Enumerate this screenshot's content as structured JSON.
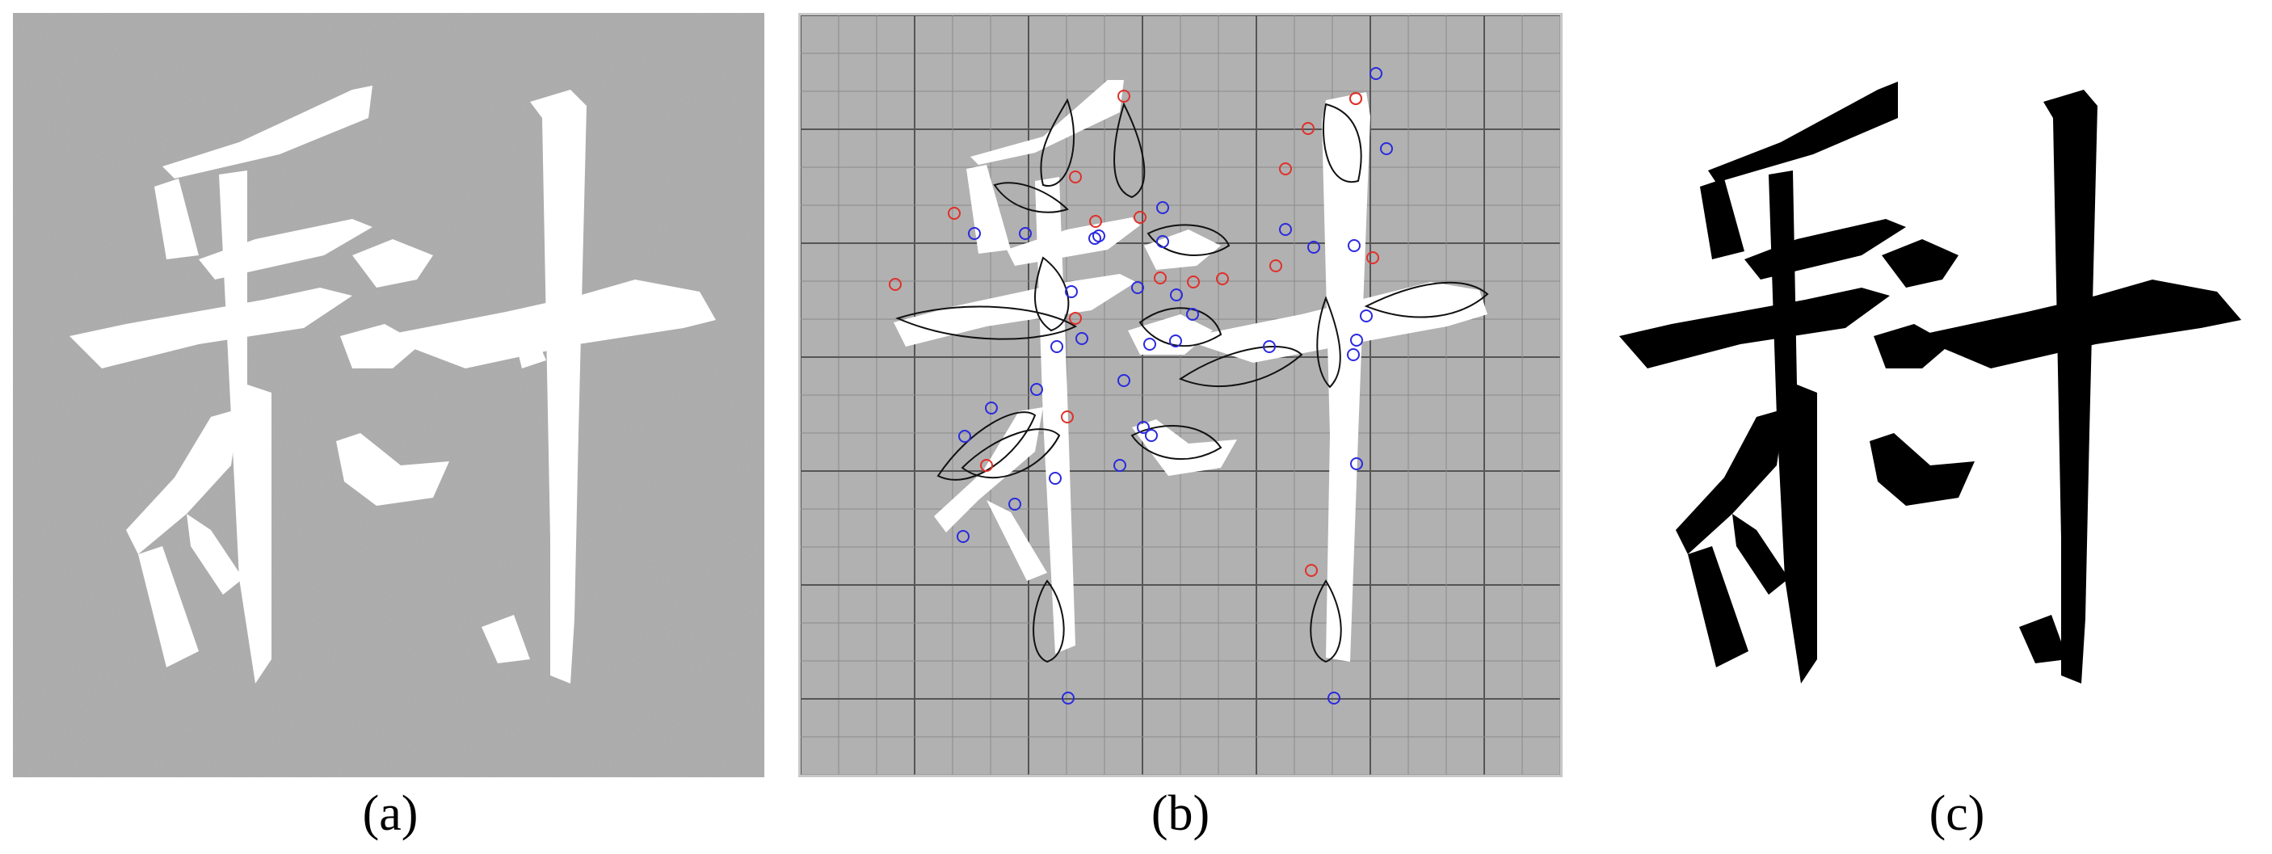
{
  "figure": {
    "panels": [
      {
        "id": "a",
        "caption": "(a)",
        "background": "#ababab",
        "stroke_color": "#ffffff"
      },
      {
        "id": "b",
        "caption": "(b)",
        "background": "#b1b1b1",
        "stroke_color": "#ffffff",
        "grid_color": "#8a8a8a",
        "marker_red": "#e0302a",
        "marker_blue": "#2a2ae0"
      },
      {
        "id": "c",
        "caption": "(c)",
        "background": "#ffffff",
        "stroke_color": "#000000"
      }
    ]
  }
}
